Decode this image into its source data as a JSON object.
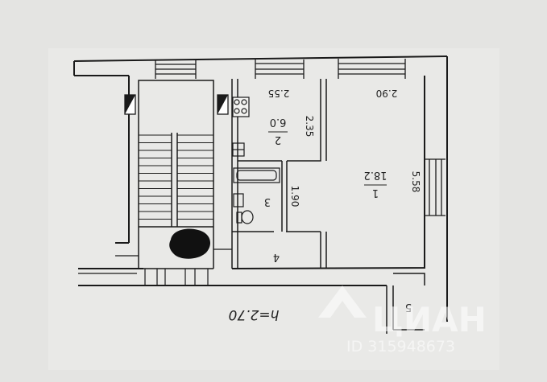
{
  "plan": {
    "rooms": [
      {
        "number": "1",
        "area": "18.2",
        "width": "2.90",
        "length": "5.58"
      },
      {
        "number": "2",
        "area": "6.0",
        "width": "2.55",
        "length": "2.35"
      },
      {
        "number": "3",
        "length": "1.90"
      },
      {
        "number": "4"
      },
      {
        "number": "5"
      }
    ],
    "ceiling_height": "h=2.70"
  },
  "watermark": {
    "brand": "ЦИАН",
    "id_text": "ID 315948673"
  },
  "colors": {
    "background": "#e4e4e2",
    "line": "#1a1a1a",
    "paper": "#ececea"
  }
}
